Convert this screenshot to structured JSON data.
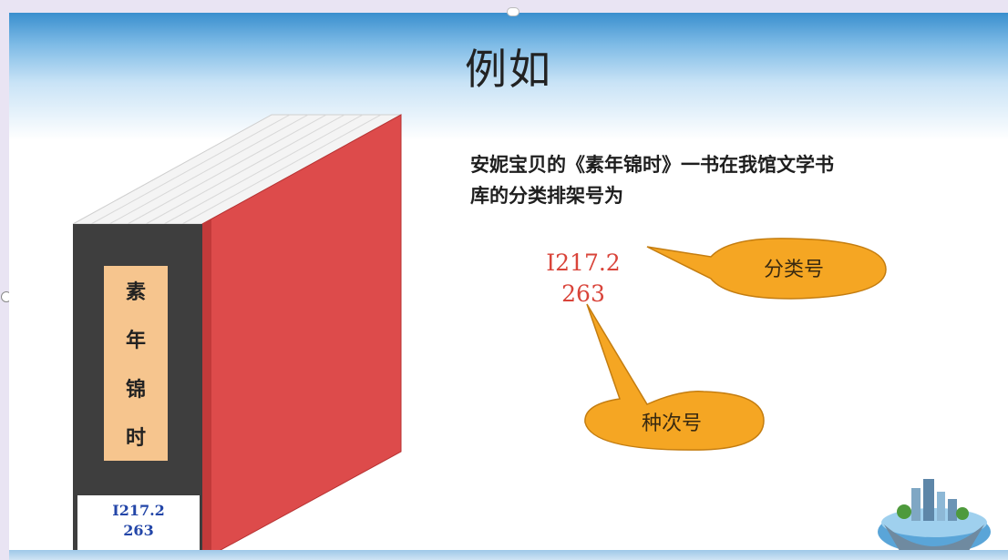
{
  "slide": {
    "title": "例如",
    "description_lines": [
      "安妮宝贝的《素年锦时》一书在我馆文学书",
      "库的分类排架号为"
    ],
    "call_number": {
      "class_number": "I217.2",
      "item_number": "263"
    },
    "callouts": {
      "class_label": "分类号",
      "item_label": "种次号"
    }
  },
  "book": {
    "spine_title_chars": [
      "素",
      "年",
      "锦",
      "时"
    ],
    "spine_call_line1": "I217.2",
    "spine_call_line2": "263",
    "colors": {
      "cover": "#dd4b4b",
      "spine": "#3e3e3e",
      "spine_label": "#f6c58e",
      "call_number_text": "#d9443a",
      "bubble_fill": "#f5a623"
    }
  },
  "icons": {
    "corner_art": "city-island-icon"
  }
}
